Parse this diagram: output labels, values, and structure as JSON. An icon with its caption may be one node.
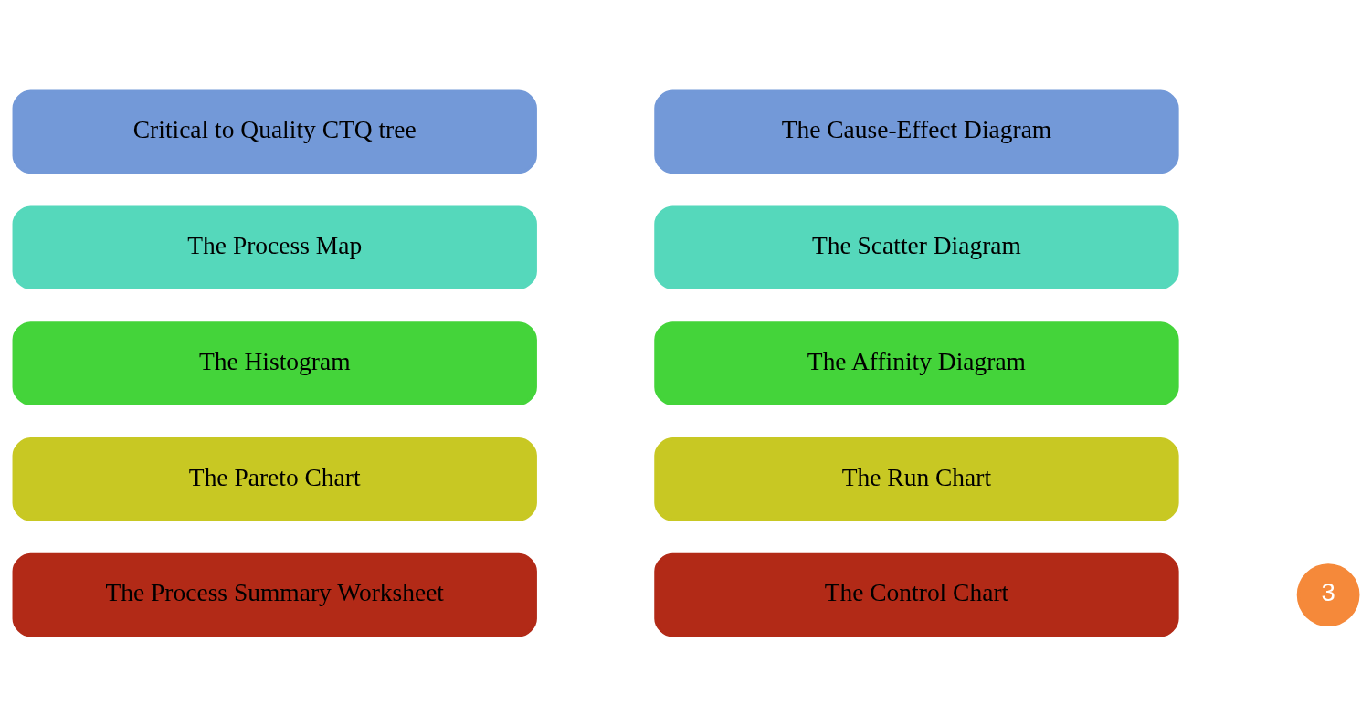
{
  "diagram": {
    "nodes": [
      {
        "text": [
          "Critical to Quality CTQ tree"
        ]
      },
      {
        "text": [
          "The Cause-Effect Diagram"
        ]
      },
      {
        "text": [
          "The Process Map"
        ]
      },
      {
        "text": [
          "The Scatter Diagram"
        ]
      },
      {
        "text": [
          "The Histogram"
        ]
      },
      {
        "text": [
          "The Affinity Diagram"
        ]
      },
      {
        "text": [
          "The Pareto Chart"
        ]
      },
      {
        "text": [
          "The Run Chart"
        ]
      },
      {
        "text": [
          "The Process Summary Worksheet"
        ]
      },
      {
        "text": [
          "The Control Chart"
        ]
      }
    ],
    "labels": [
      "3"
    ]
  }
}
